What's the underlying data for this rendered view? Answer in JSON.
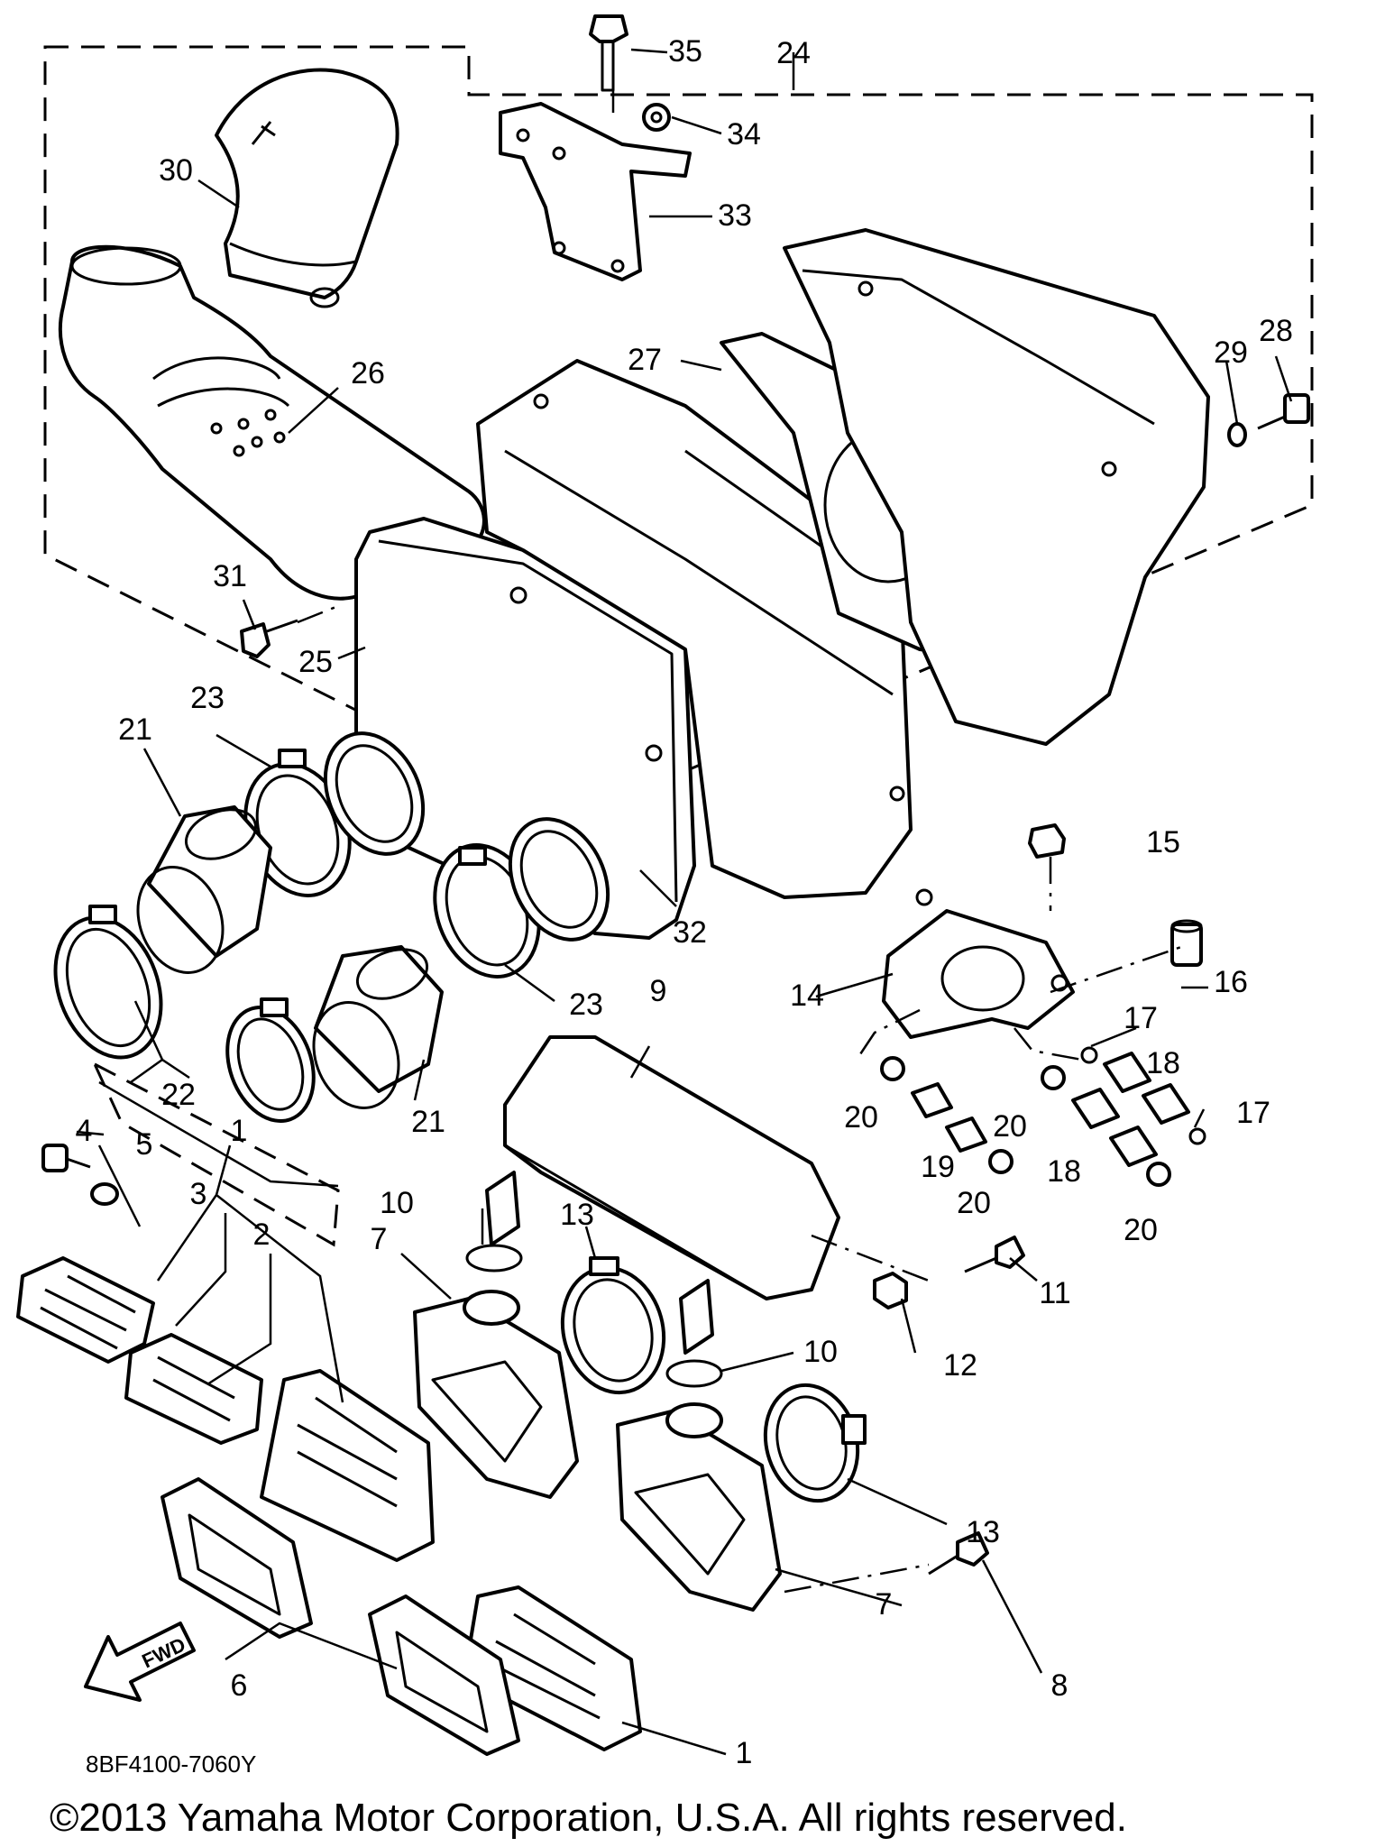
{
  "diagram": {
    "callouts": {
      "c1a": "1",
      "c1b": "1",
      "c2": "2",
      "c3": "3",
      "c4": "4",
      "c5": "5",
      "c6": "6",
      "c7a": "7",
      "c7b": "7",
      "c8": "8",
      "c9": "9",
      "c10a": "10",
      "c10b": "10",
      "c11": "11",
      "c12": "12",
      "c13a": "13",
      "c13b": "13",
      "c14": "14",
      "c15": "15",
      "c16": "16",
      "c17a": "17",
      "c17b": "17",
      "c18a": "18",
      "c18b": "18",
      "c19": "19",
      "c20a": "20",
      "c20b": "20",
      "c20c": "20",
      "c20d": "20",
      "c21a": "21",
      "c21b": "21",
      "c22": "22",
      "c23a": "23",
      "c23b": "23",
      "c24": "24",
      "c25": "25",
      "c26": "26",
      "c27": "27",
      "c28": "28",
      "c29": "29",
      "c30": "30",
      "c31": "31",
      "c32": "32",
      "c33": "33",
      "c34": "34",
      "c35": "35"
    },
    "fwd_arrow_label": "FWD",
    "drawing_code": "8BF4100-7060Y",
    "copyright": "©2013 Yamaha Motor Corporation, U.S.A. All rights reserved."
  }
}
